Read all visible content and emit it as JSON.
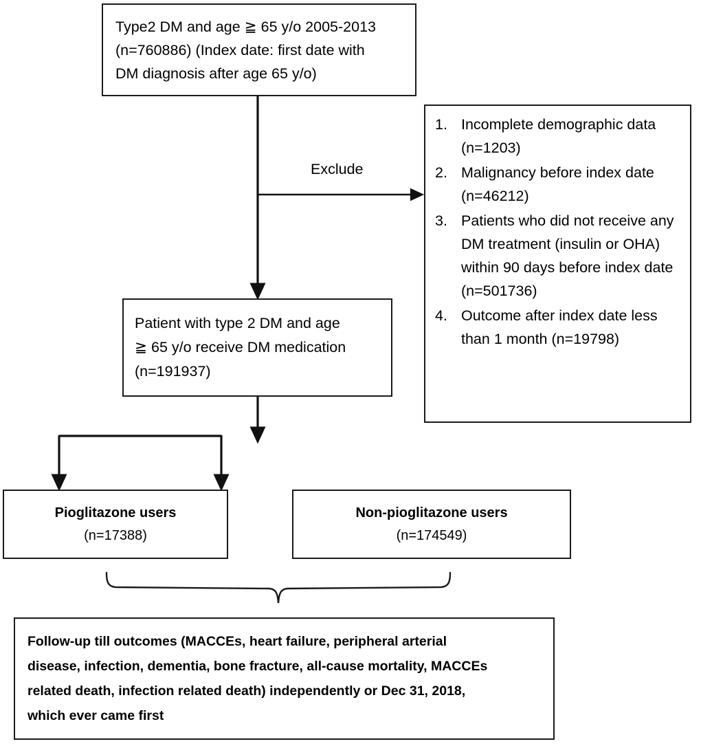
{
  "figure": {
    "type": "flowchart",
    "title": "Study cohort selection flow diagram"
  },
  "source_box": {
    "name": "source-cohort-box",
    "lines": [
      "Type2 DM and age ≧ 65 y/o 2005-2013",
      "(n=760886) (Index date: first date with",
      "DM diagnosis after age 65 y/o)"
    ]
  },
  "exclude_label": "Exclude",
  "exclusions_box": {
    "name": "exclusion-criteria-box",
    "items": [
      {
        "num": "1.",
        "text": "Incomplete demographic data (n=1203)"
      },
      {
        "num": "2.",
        "text": "Malignancy before index date (n=46212)"
      },
      {
        "num": "3.",
        "text": "Patients who did not receive any DM treatment (insulin or OHA) within 90 days before index date (n=501736)"
      },
      {
        "num": "4.",
        "text": "Outcome after index date less than 1 month (n=19798)"
      }
    ]
  },
  "eligible_box": {
    "name": "eligible-cohort-box",
    "lines": [
      "Patient with type 2 DM and age",
      "≧ 65 y/o receive DM medication",
      "(n=191937)"
    ]
  },
  "cohorts": [
    {
      "name": "pioglitazone-users-box",
      "title": "Pioglitazone users",
      "n": "(n=17388)"
    },
    {
      "name": "non-pioglitazone-users-box",
      "title": "Non-pioglitazone users",
      "n": "(n=174549)"
    }
  ],
  "followup_box": {
    "name": "followup-outcomes-box",
    "lines": [
      "Follow-up till outcomes (MACCEs, heart failure, peripheral arterial",
      "disease, infection, dementia, bone fracture, all-cause mortality, MACCEs",
      "related death, infection related death) independently or Dec 31, 2018,",
      "which ever came first"
    ]
  },
  "colors": {
    "stroke": "#1a1a1a",
    "background": "#ffffff",
    "text": "#000000"
  }
}
